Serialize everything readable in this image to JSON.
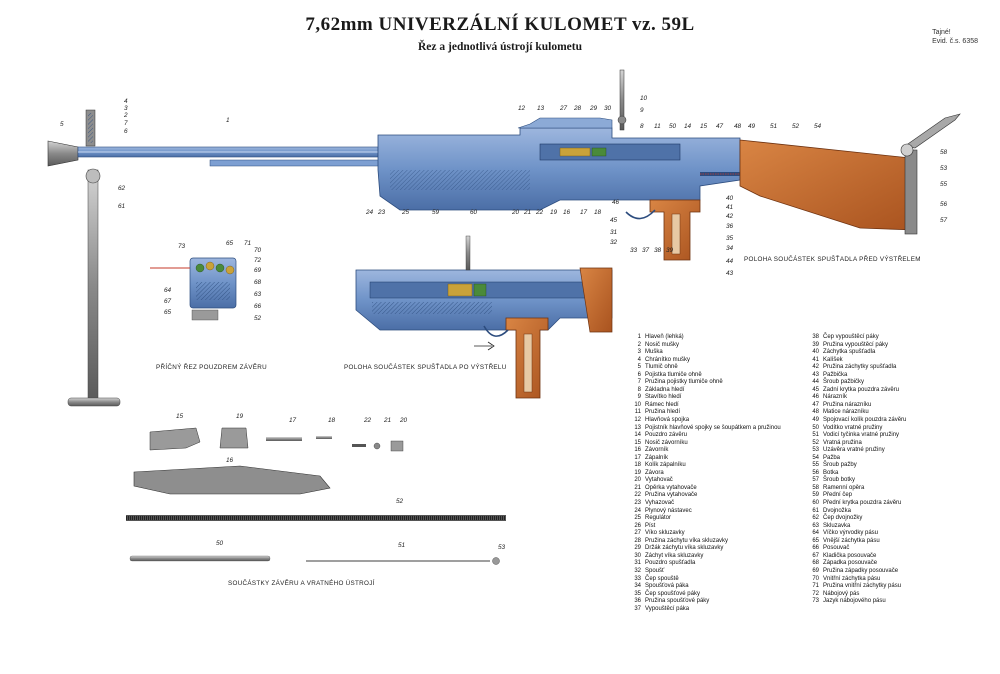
{
  "header": {
    "title": "7,62mm UNIVERZÁLNÍ KULOMET vz. 59L",
    "subtitle": "Řez a jednotlivá ústrojí kulometu",
    "tab_label": "Tajné!",
    "evid_label": "Evid. č.s.",
    "evid_number": "6358"
  },
  "captions": {
    "before_shot": "POLOHA SOUČÁSTEK SPUŠŤADLA PŘED VÝSTŘELEM",
    "after_shot": "POLOHA SOUČÁSTEK SPUŠŤADLA PO VÝSTŘELU",
    "cross_section": "PŘÍČNÝ ŘEZ POUZDREM ZÁVĚRU",
    "bolt_parts": "SOUČÁSTKY ZÁVĚRU A VRATNÉHO ÚSTROJÍ"
  },
  "callouts": {
    "top_left": [
      "4",
      "3",
      "2",
      "7",
      "6",
      "5",
      "1"
    ],
    "top_mid": [
      "12",
      "13",
      "27",
      "28",
      "29",
      "30",
      "10",
      "9",
      "8",
      "11",
      "50",
      "14",
      "15",
      "47",
      "48",
      "49",
      "51",
      "52",
      "54"
    ],
    "right": [
      "58",
      "53",
      "55",
      "56",
      "57"
    ],
    "bottom": [
      "24",
      "23",
      "25",
      "59",
      "60",
      "20",
      "21",
      "22",
      "19",
      "16",
      "17",
      "18",
      "40",
      "41",
      "42",
      "36",
      "35",
      "34",
      "44",
      "43",
      "45",
      "31",
      "32",
      "33",
      "37",
      "38",
      "39",
      "46"
    ],
    "left_stand": [
      "62",
      "61"
    ],
    "cross": [
      "73",
      "65",
      "71",
      "70",
      "72",
      "69",
      "68",
      "63",
      "64",
      "67",
      "66",
      "65",
      "52"
    ],
    "parts": [
      "15",
      "19",
      "17",
      "18",
      "22",
      "21",
      "20",
      "16",
      "52",
      "50",
      "51",
      "53"
    ]
  },
  "legend_col1": [
    {
      "n": "1",
      "t": "Hlaveň (lehká)"
    },
    {
      "n": "2",
      "t": "Nosič mušky"
    },
    {
      "n": "3",
      "t": "Muška"
    },
    {
      "n": "4",
      "t": "Chránítko mušky"
    },
    {
      "n": "5",
      "t": "Tlumič ohně"
    },
    {
      "n": "6",
      "t": "Pojistka tlumiče ohně"
    },
    {
      "n": "7",
      "t": "Pružina pojistky tlumiče ohně"
    },
    {
      "n": "8",
      "t": "Základna hledí"
    },
    {
      "n": "9",
      "t": "Stavítko hledí"
    },
    {
      "n": "10",
      "t": "Rámec hledí"
    },
    {
      "n": "11",
      "t": "Pružina hledí"
    },
    {
      "n": "12",
      "t": "Hlavňová spojka"
    },
    {
      "n": "13",
      "t": "Pojistník hlavňové spojky se šoupátkem a pružinou"
    },
    {
      "n": "14",
      "t": "Pouzdro závěru"
    },
    {
      "n": "15",
      "t": "Nosič závorníku"
    },
    {
      "n": "16",
      "t": "Závorník"
    },
    {
      "n": "17",
      "t": "Zápalník"
    },
    {
      "n": "18",
      "t": "Kolík zápalníku"
    },
    {
      "n": "19",
      "t": "Závora"
    },
    {
      "n": "20",
      "t": "Vytahovač"
    },
    {
      "n": "21",
      "t": "Opěrka vytahovače"
    },
    {
      "n": "22",
      "t": "Pružina vytahovače"
    },
    {
      "n": "23",
      "t": "Vyhazovač"
    },
    {
      "n": "24",
      "t": "Plynový nástavec"
    },
    {
      "n": "25",
      "t": "Regulátor"
    },
    {
      "n": "26",
      "t": "Píst"
    },
    {
      "n": "27",
      "t": "Víko skluzavky"
    },
    {
      "n": "28",
      "t": "Pružina záchytu víka skluzavky"
    },
    {
      "n": "29",
      "t": "Držák záchytu víka skluzavky"
    },
    {
      "n": "30",
      "t": "Záchyt víka skluzavky"
    },
    {
      "n": "31",
      "t": "Pouzdro spušťadla"
    },
    {
      "n": "32",
      "t": "Spoušť"
    },
    {
      "n": "33",
      "t": "Čep spouště"
    },
    {
      "n": "34",
      "t": "Spoušťová páka"
    },
    {
      "n": "35",
      "t": "Čep spoušťové páky"
    },
    {
      "n": "36",
      "t": "Pružina spoušťové páky"
    },
    {
      "n": "37",
      "t": "Vypouštěcí páka"
    }
  ],
  "legend_col2": [
    {
      "n": "38",
      "t": "Čep vypouštěcí páky"
    },
    {
      "n": "39",
      "t": "Pružina vypouštěcí páky"
    },
    {
      "n": "40",
      "t": "Záchytka spušťadla"
    },
    {
      "n": "41",
      "t": "Kalíšek"
    },
    {
      "n": "42",
      "t": "Pružina záchytky spušťadla"
    },
    {
      "n": "43",
      "t": "Pažbička"
    },
    {
      "n": "44",
      "t": "Šroub pažbičky"
    },
    {
      "n": "45",
      "t": "Zadní krytka pouzdra závěru"
    },
    {
      "n": "46",
      "t": "Nárazník"
    },
    {
      "n": "47",
      "t": "Pružina nárazníku"
    },
    {
      "n": "48",
      "t": "Matice nárazníku"
    },
    {
      "n": "49",
      "t": "Spojovací kolík pouzdra závěru"
    },
    {
      "n": "50",
      "t": "Vodítko vratné pružiny"
    },
    {
      "n": "51",
      "t": "Vodicí tyčinka vratné pružiny"
    },
    {
      "n": "52",
      "t": "Vratná pružina"
    },
    {
      "n": "53",
      "t": "Uzávěra vratné pružiny"
    },
    {
      "n": "54",
      "t": "Pažba"
    },
    {
      "n": "55",
      "t": "Šroub pažby"
    },
    {
      "n": "56",
      "t": "Botka"
    },
    {
      "n": "57",
      "t": "Šroub botky"
    },
    {
      "n": "58",
      "t": "Ramenní opěra"
    },
    {
      "n": "59",
      "t": "Přední čep"
    },
    {
      "n": "60",
      "t": "Přední krytka pouzdra závěru"
    },
    {
      "n": "61",
      "t": "Dvojnožka"
    },
    {
      "n": "62",
      "t": "Čep dvojnožky"
    },
    {
      "n": "63",
      "t": "Skluzavka"
    },
    {
      "n": "64",
      "t": "Víčko výrvodky pásu"
    },
    {
      "n": "65",
      "t": "Vnější záchytka pásu"
    },
    {
      "n": "66",
      "t": "Posouvač"
    },
    {
      "n": "67",
      "t": "Kladička posouvače"
    },
    {
      "n": "68",
      "t": "Západka posouvače"
    },
    {
      "n": "69",
      "t": "Pružina západky posouvače"
    },
    {
      "n": "70",
      "t": "Vnitřní záchytka pásu"
    },
    {
      "n": "71",
      "t": "Pružina vnitřní záchytky pásu"
    },
    {
      "n": "72",
      "t": "Nábojový pás"
    },
    {
      "n": "73",
      "t": "Jazyk nábojového pásu"
    }
  ],
  "colors": {
    "steel_blue": "#6f93c8",
    "steel_dark": "#3c5f93",
    "wood": "#c56a2e",
    "wood_dark": "#8e4318",
    "brass": "#c9a23a",
    "red": "#c63a2a",
    "green": "#4a8a3a",
    "gray_metal": "#9a9a9a"
  }
}
